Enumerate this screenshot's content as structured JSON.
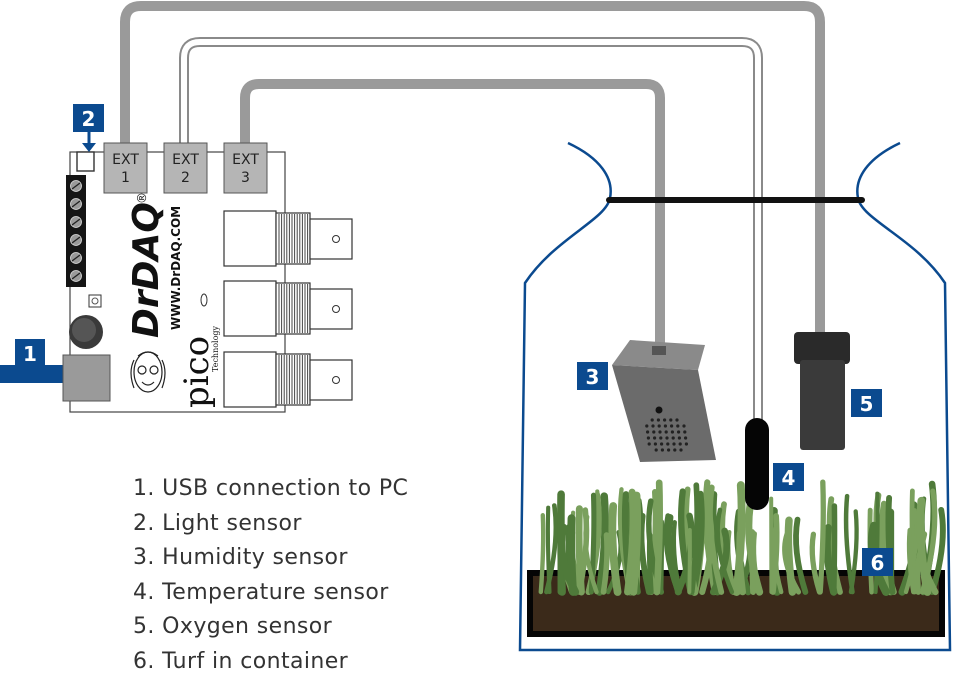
{
  "colors": {
    "badge_blue": "#0b4a8f",
    "jar_outline": "#0b4a8f",
    "cable_grey": "#9a9a9a",
    "soil": "#3b2a1a",
    "grass_dark": "#4f7a3a",
    "grass_light": "#7aa05d",
    "sensor_dark": "#333333",
    "humidity_grey": "#6b6b6b"
  },
  "board": {
    "ext_ports": [
      {
        "name": "EXT",
        "number": "1"
      },
      {
        "name": "EXT",
        "number": "2"
      },
      {
        "name": "EXT",
        "number": "3"
      }
    ],
    "brand": "DrDAQ",
    "registered_mark": "®",
    "website": "WWW.DrDAQ.COM",
    "maker": "pico",
    "maker_sub": "Technology"
  },
  "badges": {
    "usb": "1",
    "light": "2",
    "humidity": "3",
    "temperature": "4",
    "oxygen": "5",
    "turf": "6"
  },
  "legend": [
    "1. USB connection to PC",
    "2. Light sensor",
    "3. Humidity sensor",
    "4. Temperature sensor",
    "5. Oxygen sensor",
    "6. Turf in container"
  ],
  "icons": {
    "arrow": "arrow-down-icon",
    "screw_terminal": "screw-terminal-icon",
    "bnc_connector": "bnc-connector-icon",
    "grill": "vent-holes-icon"
  }
}
